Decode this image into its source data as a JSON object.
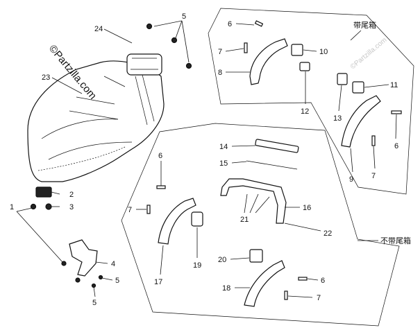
{
  "watermark": {
    "main": "©Partzilla.com",
    "faint": "©Partzilla.com"
  },
  "group_labels": {
    "with_tail_box": "带尾箱",
    "without_tail_box": "不带尾箱"
  },
  "callouts": {
    "c1": "1",
    "c2": "2",
    "c3": "3",
    "c4": "4",
    "c5a": "5",
    "c5b": "5",
    "c5c": "5",
    "c6a": "6",
    "c6b": "6",
    "c6c": "6",
    "c6d": "6",
    "c7a": "7",
    "c7b": "7",
    "c7c": "7",
    "c7d": "7",
    "c8": "8",
    "c9": "9",
    "c10": "10",
    "c11": "11",
    "c12": "12",
    "c13": "13",
    "c14": "14",
    "c15": "15",
    "c16": "16",
    "c17": "17",
    "c18": "18",
    "c19": "19",
    "c20": "20",
    "c21": "21",
    "c22": "22",
    "c23": "23",
    "c24": "24"
  }
}
